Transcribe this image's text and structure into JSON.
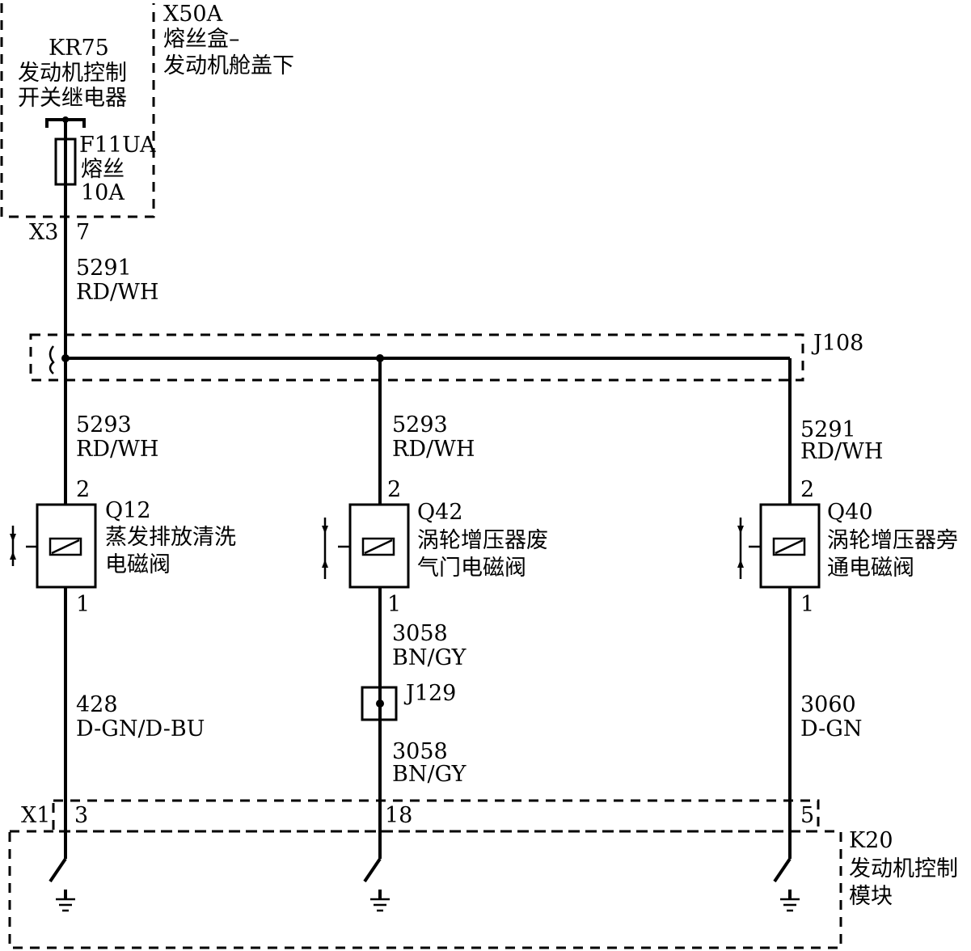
{
  "fuse_block": {
    "connector": "X50A",
    "name_line1": "熔丝盒–",
    "name_line2": "发动机舱盖下",
    "relay_id": "KR75",
    "relay_line1": "发动机控制",
    "relay_line2": "开关继电器",
    "fuse_id": "F11UA",
    "fuse_name": "熔丝",
    "fuse_rating": "10A",
    "out_connector": "X3",
    "out_pin": "7"
  },
  "feed_wire": {
    "circuit": "5291",
    "color": "RD/WH"
  },
  "splice": {
    "id": "J108"
  },
  "branches": [
    {
      "upper_circuit": "5293",
      "upper_color": "RD/WH",
      "pin_top": "2",
      "pin_bottom": "1",
      "id": "Q12",
      "name_line1": "蒸发排放清洗",
      "name_line2": "电磁阀",
      "lower_circuit": "428",
      "lower_color": "D-GN/D-BU",
      "ecm_pin": "3"
    },
    {
      "upper_circuit": "5293",
      "upper_color": "RD/WH",
      "pin_top": "2",
      "pin_bottom": "1",
      "id": "Q42",
      "name_line1": "涡轮增压器废",
      "name_line2": "气门电磁阀",
      "lower_circuit": "3058",
      "lower_color": "BN/GY",
      "inline_splice": "J129",
      "lower2_circuit": "3058",
      "lower2_color": "BN/GY",
      "ecm_pin": "18"
    },
    {
      "upper_circuit": "5291",
      "upper_color": "RD/WH",
      "pin_top": "2",
      "pin_bottom": "1",
      "id": "Q40",
      "name_line1": "涡轮增压器旁",
      "name_line2": "通电磁阀",
      "lower_circuit": "3060",
      "lower_color": "D-GN",
      "ecm_pin": "5"
    }
  ],
  "ecm": {
    "connector": "X1",
    "id": "K20",
    "name_line1": "发动机控制",
    "name_line2": "模块"
  }
}
